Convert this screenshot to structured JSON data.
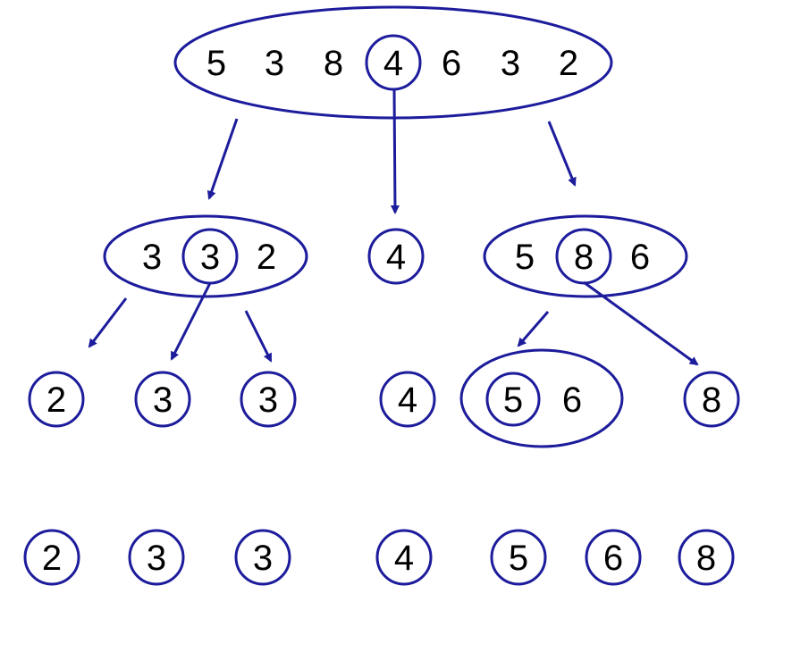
{
  "colors": {
    "stroke": "#1c1c9c",
    "text": "#000000",
    "background": "#ffffff"
  },
  "level0": {
    "values": [
      "5",
      "3",
      "8",
      "4",
      "6",
      "3",
      "2"
    ],
    "pivot_index": 3
  },
  "level1": {
    "left": {
      "values": [
        "3",
        "3",
        "2"
      ],
      "pivot_index": 1
    },
    "middle": {
      "values": [
        "4"
      ]
    },
    "right": {
      "values": [
        "5",
        "8",
        "6"
      ],
      "pivot_index": 1
    }
  },
  "level2": {
    "singles_left": [
      "2",
      "3",
      "3"
    ],
    "middle": "4",
    "group": {
      "values": [
        "5",
        "6"
      ],
      "pivot_index": 0
    },
    "single_right": "8"
  },
  "level3": {
    "values": [
      "2",
      "3",
      "3",
      "4",
      "5",
      "6",
      "8"
    ]
  }
}
